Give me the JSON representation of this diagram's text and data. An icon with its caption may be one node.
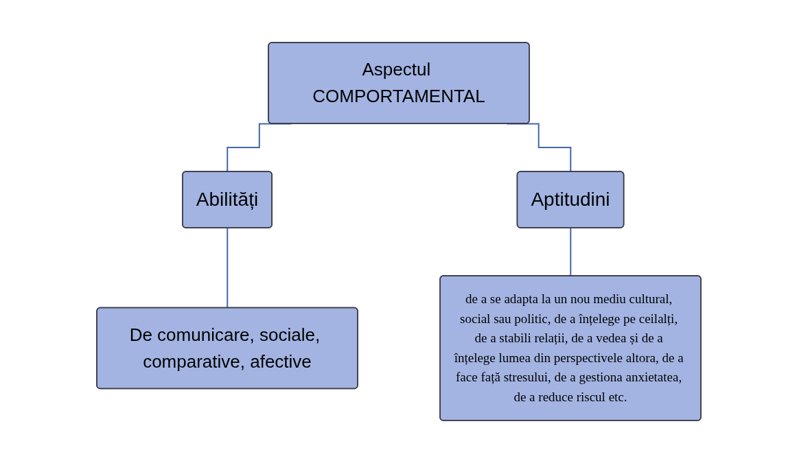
{
  "diagram": {
    "nodes": [
      {
        "text": [
          "Aspectul COMPORTAMENTAL"
        ]
      },
      {
        "text": [
          "Abilități"
        ]
      },
      {
        "text": [
          "Aptitudini"
        ]
      },
      {
        "text": [
          "De comunicare, sociale, comparative, afective"
        ]
      },
      {
        "text": [
          "de a se adapta la un nou mediu cultural, social sau politic, de a înțelege pe ceilalți, de a stabili relații, de a vedea și de a înțelege lumea din perspectivele altora, de a face față stresului, de a gestiona anxietatea, de a reduce riscul etc."
        ]
      }
    ],
    "edges": [
      {
        "from": 0,
        "to": 1,
        "arrow": "none"
      },
      {
        "from": 0,
        "to": 2,
        "arrow": "none"
      },
      {
        "from": 1,
        "to": 3,
        "arrow": "none"
      },
      {
        "from": 2,
        "to": 4,
        "arrow": "none"
      }
    ]
  }
}
